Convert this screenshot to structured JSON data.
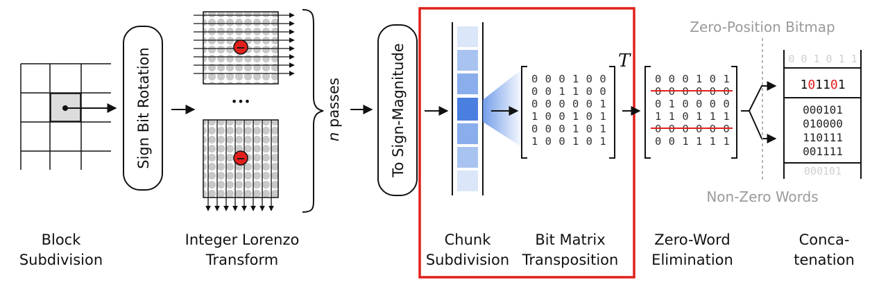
{
  "stages": {
    "block_subdivision": [
      "Block",
      "Subdivision"
    ],
    "lorenzo": [
      "Integer Lorenzo",
      "Transform"
    ],
    "chunk": [
      "Chunk",
      "Subdivision"
    ],
    "transposition": [
      "Bit Matrix",
      "Transposition"
    ],
    "zero_word": [
      "Zero-Word",
      "Elimination"
    ],
    "concat": [
      "Conca-",
      "tenation"
    ]
  },
  "boxes": {
    "sign_bit_rotation": "Sign Bit Rotation",
    "sign_magnitude": "To Sign-Magnitude"
  },
  "passes": {
    "n": "n",
    "label": "passes"
  },
  "ellipsis": "•••",
  "transpose_symbol": "T",
  "minus": "−",
  "bit_matrix": [
    "0 0 0 1 0 0",
    "0 0 1 1 0 0",
    "0 0 0 0 0 1",
    "1 0 0 1 0 1",
    "0 0 0 1 0 1",
    "1 0 0 1 0 1"
  ],
  "zero_elim": [
    "0 0 0 1 0 1",
    "0 0 0 0 0 0",
    "0 1 0 0 0 0",
    "1 1 0 1 1 1",
    "0 0 0 0 0 0",
    "0 0 1 1 1 1"
  ],
  "bitmap": {
    "faded": "0 0 1 0 1 1",
    "bits": [
      "1",
      "0",
      "1",
      "1",
      "0",
      "1"
    ]
  },
  "nonzero_words": [
    "000101",
    "010000",
    "110111",
    "001111"
  ],
  "nonzero_faded": "000101",
  "annotations": {
    "bitmap": "Zero-Position Bitmap",
    "nonzero": "Non-Zero Words"
  },
  "colors": {
    "highlight": "#e0201c",
    "chunk_dark": "#4a7fe0",
    "chunk_light": "#dbe6f8",
    "faded_text": "#9a9a9a"
  }
}
